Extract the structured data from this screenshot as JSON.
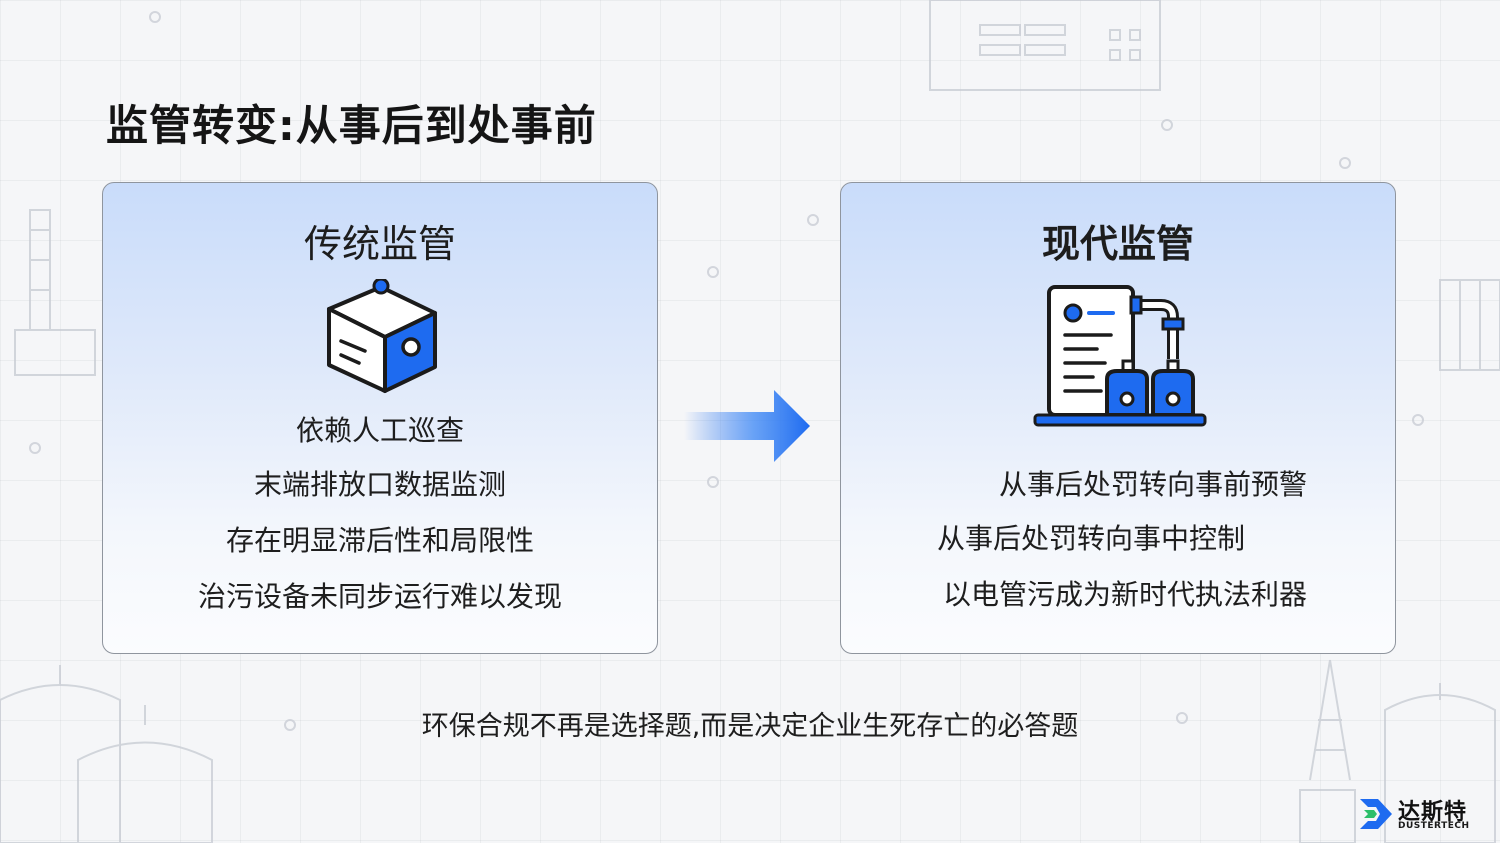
{
  "title": "监管转变:从事后到处事前",
  "left_card": {
    "title": "传统监管",
    "icon": "inspection-cube-icon",
    "lines": [
      "依赖人工巡查",
      "末端排放口数据监测",
      "存在明显滞后性和局限性",
      "治污设备未同步运行难以发现"
    ]
  },
  "right_card": {
    "title": "现代监管",
    "icon": "monitoring-equipment-icon",
    "lines": [
      "从事后处罚转向事前预警",
      "从事后处罚转向事中控制",
      "以电管污成为新时代执法利器"
    ]
  },
  "transition_icon": "arrow-right-icon",
  "footer": "环保合规不再是选择题,而是决定企业生死存亡的必答题",
  "brand": {
    "name_cn": "达斯特",
    "name_en": "DUSTERTECH",
    "icon": "brand-logo-icon"
  },
  "colors": {
    "accent_blue": "#1e6bf0",
    "card_top": "#c9dcfa",
    "background": "#f5f6f8"
  }
}
